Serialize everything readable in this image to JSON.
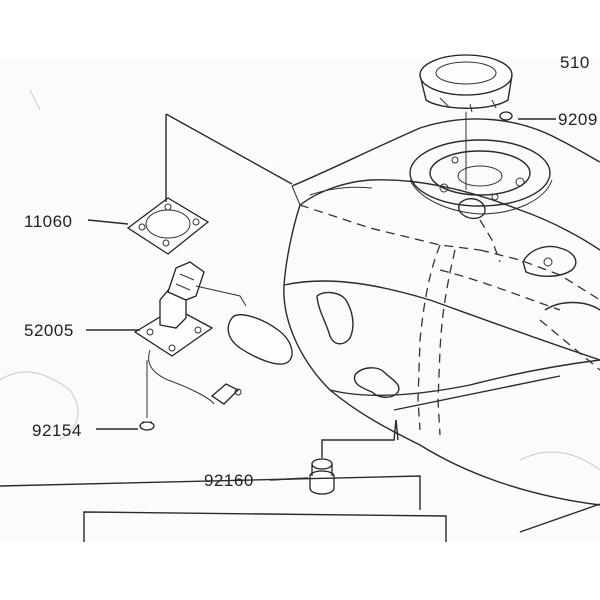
{
  "callouts": [
    {
      "id": "11060",
      "text": "11060"
    },
    {
      "id": "52005",
      "text": "52005"
    },
    {
      "id": "92154",
      "text": "92154"
    },
    {
      "id": "92160",
      "text": "92160"
    },
    {
      "id": "9209",
      "text": "9209"
    },
    {
      "id": "510",
      "text": "510"
    }
  ],
  "colors": {
    "ink": "#222222",
    "paper": "#fbfbf9",
    "background": "#ffffff"
  }
}
